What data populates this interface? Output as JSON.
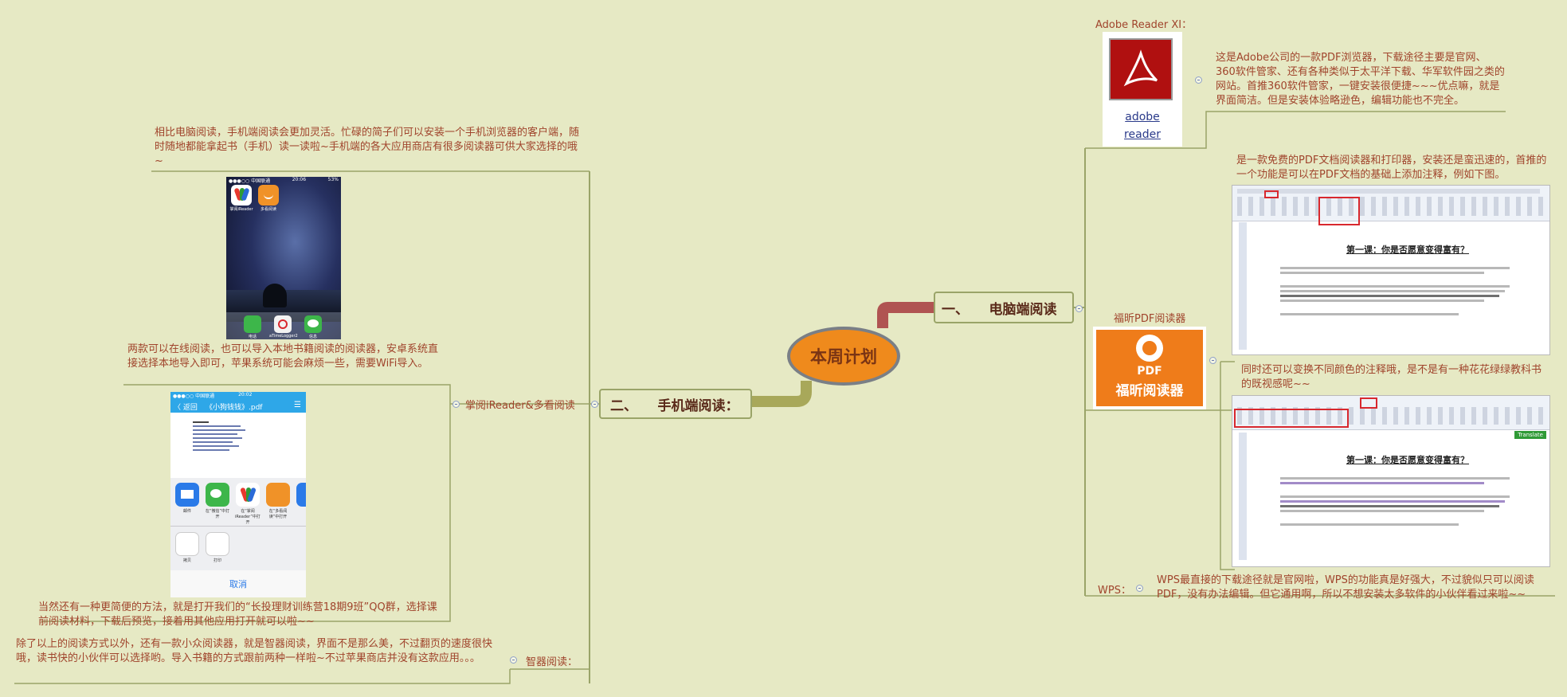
{
  "center": {
    "title": "本周计划"
  },
  "pc_branch": {
    "title": "一、　　电脑端阅读",
    "adobe": {
      "label": "Adobe Reader XI：",
      "icon_link_line1": "adobe",
      "icon_link_line2": "reader",
      "description": "这是Adobe公司的一款PDF浏览器，下载途径主要是官网、360软件管家、还有各种类似于太平洋下载、华军软件园之类的网站。首推360软件管家，一键安装很便捷~~~优点嘛，就是界面简洁。但是安装体验略逊色，编辑功能也不完全。"
    },
    "foxit": {
      "label": "福昕PDF阅读器",
      "logo_text_pdf": "PDF",
      "logo_text_name": "福昕阅读器",
      "description1": "是一款免费的PDF文档阅读器和打印器，安装还是蛮迅速的，首推的一个功能是可以在PDF文档的基础上添加注释，例如下图。",
      "description2": "同时还可以变换不同颜色的注释哦，是不是有一种花花绿绿教科书的既视感呢~~",
      "screenshot_doc_title": "第一课：你是否愿意变得富有？",
      "screenshot_translate": "Translate"
    },
    "wps": {
      "label": "WPS：",
      "description": "WPS最直接的下载途径就是官网啦，WPS的功能真是好强大，不过貌似只可以阅读PDF，没有办法编辑。但它通用啊，所以不想安装太多软件的小伙伴看过来啦~~"
    }
  },
  "mobile_branch": {
    "title": "二、　　手机端阅读：",
    "intro": "相比电脑阅读，手机端阅读会更加灵活。忙碌的简子们可以安装一个手机浏览器的客户端，随时随地都能拿起书（手机）读一读啦~手机端的各大应用商店有很多阅读器可供大家选择的哦~",
    "ireader": {
      "label": "掌阅iReader&多看阅读",
      "desc1": "两款可以在线阅读，也可以导入本地书籍阅读的阅读器，安卓系统直接选择本地导入即可，苹果系统可能会麻烦一些，需要WiFi导入。",
      "desc2": "当然还有一种更简便的方法，就是打开我们的“长投理财训练营18期9班”QQ群，选择课前阅读材料，下载后预览，接着用其他应用打开就可以啦~~"
    },
    "zhimei": {
      "label": "智器阅读：",
      "description": "除了以上的阅读方式以外，还有一款小众阅读器，就是智器阅读，界面不是那么美，不过翻页的速度很快哦，读书快的小伙伴可以选择哟。导入书籍的方式跟前两种一样啦~不过苹果商店并没有这款应用。。。"
    },
    "phone1": {
      "carrier": "●●●○○ 中国联通 ",
      "time": "20:06",
      "battery": "53%",
      "app1": "掌阅iReader",
      "app2": "多看阅读",
      "dock": [
        "电话",
        "aTimeLogger2",
        "信息"
      ]
    },
    "phone2": {
      "carrier": "●●●○○ 中国联通 ",
      "time": "20:02",
      "nav_back": "〈 返回",
      "nav_title": "《小狗钱钱》.pdf",
      "share_apps": [
        "邮件",
        "在“微信”中打开",
        "在“掌阅iReader”中打开",
        "在“多看阅读”中打开"
      ],
      "actions": [
        "拷贝",
        "打印"
      ],
      "cancel": "取消"
    }
  },
  "colors": {
    "background": "#e6e9c4",
    "center_fill": "#ef8a1c",
    "text": "#a0442c",
    "line": "#9aa468",
    "pc_connector": "#b05452",
    "mobile_connector": "#a8a85a"
  }
}
